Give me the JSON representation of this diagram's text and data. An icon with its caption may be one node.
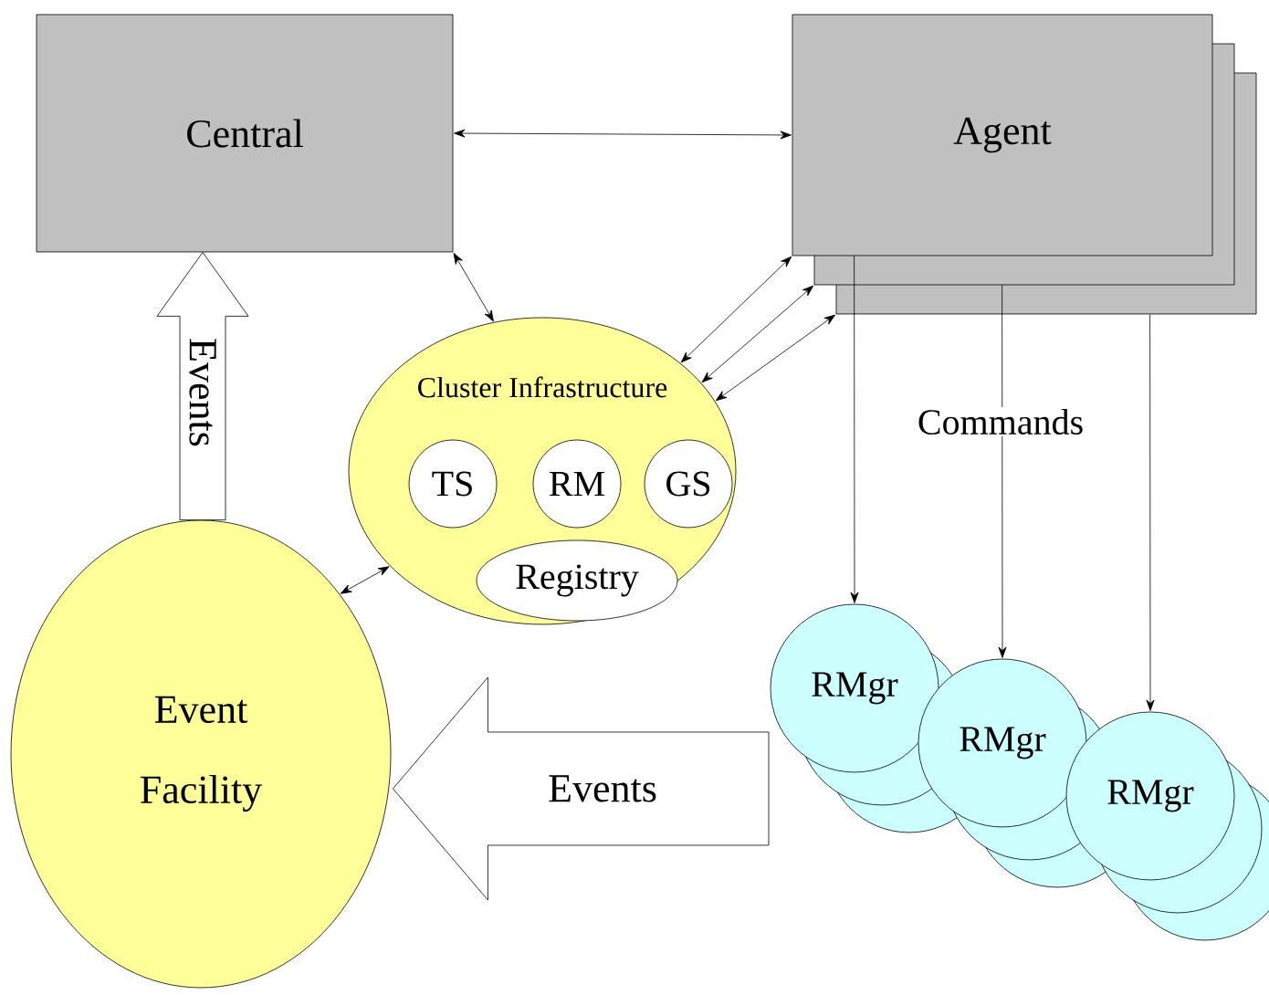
{
  "diagram": {
    "nodes": [
      {
        "text": [
          "Central"
        ]
      },
      {
        "text": [
          "Agent"
        ]
      },
      {
        "text": [
          "Cluster Infrastructure"
        ]
      },
      {
        "text": [
          "TS"
        ],
        "in": 2
      },
      {
        "text": [
          "RM"
        ],
        "in": 2
      },
      {
        "text": [
          "GS"
        ],
        "in": 2
      },
      {
        "text": [
          "Registry"
        ],
        "in": 2
      },
      {
        "text": [
          "Event Facility"
        ]
      },
      {
        "text": [
          "RMgr"
        ]
      },
      {
        "text": [
          "RMgr"
        ]
      },
      {
        "text": [
          "RMgr"
        ]
      }
    ],
    "edges": [
      {
        "from": 0,
        "to": 1,
        "arrow": "both"
      },
      {
        "from": 0,
        "to": 2,
        "arrow": "both"
      },
      {
        "from": 1,
        "to": 2,
        "arrow": "both"
      },
      {
        "from": 1,
        "to": 2,
        "arrow": "both"
      },
      {
        "from": 1,
        "to": 2,
        "arrow": "both"
      },
      {
        "from": 7,
        "to": 2,
        "arrow": "both"
      },
      {
        "from": 1,
        "to": 8,
        "arrow": "to"
      },
      {
        "from": 1,
        "to": 9,
        "arrow": "to"
      },
      {
        "from": 1,
        "to": 10,
        "arrow": "to"
      },
      {
        "from": 7,
        "to": 0,
        "arrow": "to",
        "style": "thick",
        "label": "Events"
      },
      {
        "from": null,
        "to": 7,
        "arrow": "to",
        "style": "thick",
        "label": "Events"
      }
    ],
    "labels": [
      "Commands"
    ]
  }
}
